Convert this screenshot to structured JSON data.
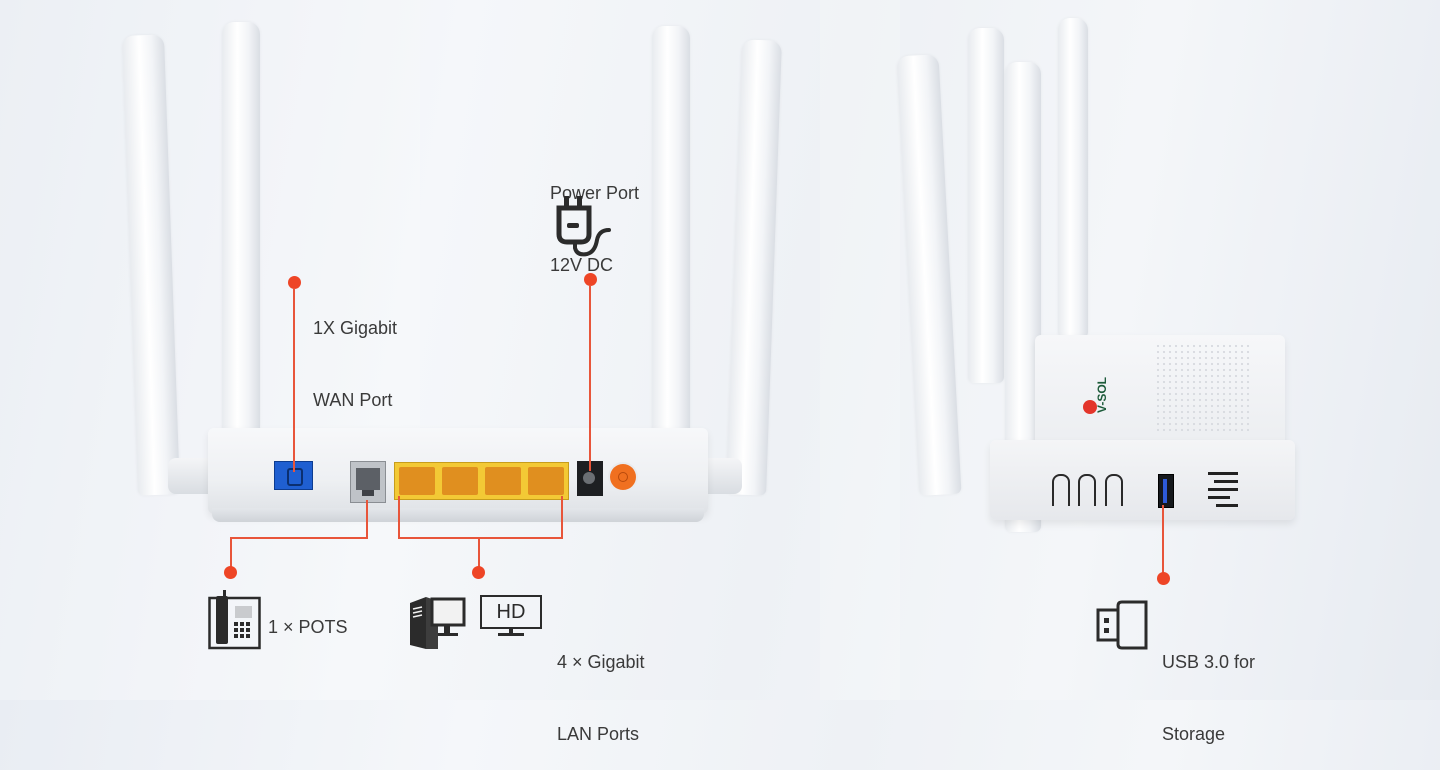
{
  "colors": {
    "accent": "#ee4526",
    "text": "#3a3a3a",
    "wan_port": "#1f5fd1",
    "lan_ports": "#f1c232",
    "power_button": "#f07020",
    "icon": "#2b2b2b"
  },
  "callouts": {
    "wan": {
      "line1": "1X Gigabit",
      "line2": "WAN Port",
      "icon": "none"
    },
    "power": {
      "line1": "Power Port",
      "line2": "12V DC",
      "icon": "power-plug-icon"
    },
    "pots": {
      "text": "1 × POTS",
      "icon": "telephone-icon"
    },
    "lan": {
      "line1": "4 × Gigabit",
      "line2": "LAN Ports",
      "icon": "computer-icon",
      "icon2": "hd-monitor-icon",
      "monitor_text": "HD"
    },
    "usb": {
      "line1": "USB 3.0 for",
      "line2": "Storage",
      "icon": "usb-drive-icon"
    }
  },
  "brand": {
    "logo_text": "V-SOL"
  }
}
